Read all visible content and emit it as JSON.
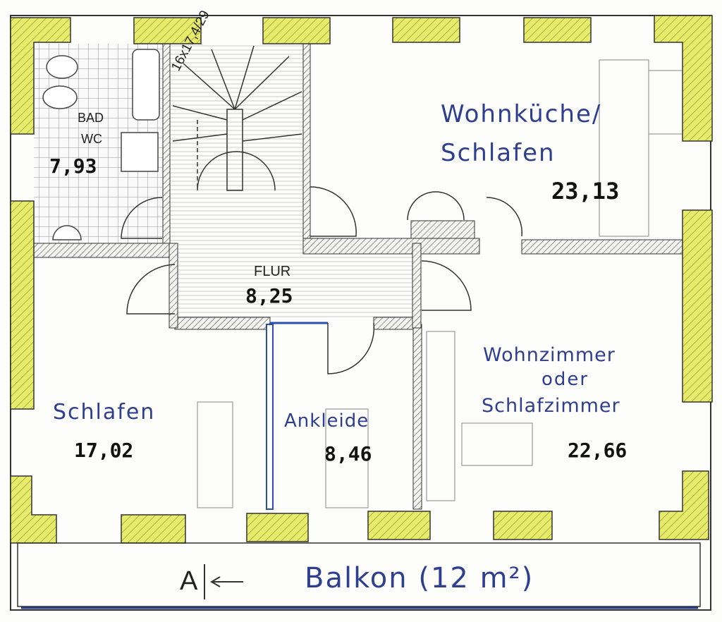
{
  "plan": {
    "rooms": [
      {
        "name": "BAD WC",
        "name_line1": "BAD",
        "name_line2": "WC",
        "area": "7,93"
      },
      {
        "name_line1": "Wohnküche/",
        "name_line2": "Schlafen",
        "area": "23,13"
      },
      {
        "name": "FLUR",
        "area": "8,25"
      },
      {
        "name": "Schlafen",
        "area": "17,02"
      },
      {
        "name": "Ankleide",
        "area": "8,46"
      },
      {
        "name_line1": "Wohnzimmer",
        "name_line2": "oder",
        "name_line3": "Schlafzimmer",
        "area": "22,66"
      },
      {
        "name": "Balkon (12 m²)"
      }
    ],
    "stair_label": "16x17,4/29",
    "section_marker": "A",
    "colors": {
      "exterior_wall": "#e6ec6a",
      "handwriting": "#2f3f8f",
      "new_wall": "#2a4fb0"
    }
  }
}
